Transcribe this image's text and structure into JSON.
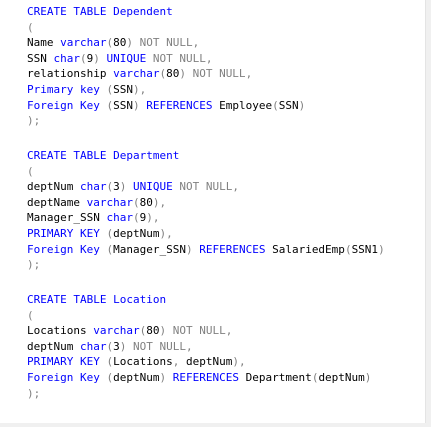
{
  "colors": {
    "keyword": "#0000ff",
    "operator": "#808080",
    "identifier": "#000000",
    "background": "#ffffff"
  },
  "blocks": [
    {
      "lines": [
        [
          [
            "CREATE TABLE ",
            "kw"
          ],
          [
            "Dependent",
            "kw"
          ]
        ],
        [
          [
            "(",
            "gray"
          ]
        ],
        [
          [
            "Name ",
            "txt"
          ],
          [
            "varchar",
            "kw"
          ],
          [
            "(",
            "gray"
          ],
          [
            "80",
            "txt"
          ],
          [
            ")",
            "gray"
          ],
          [
            " NOT NULL",
            "gray"
          ],
          [
            ",",
            "gray"
          ]
        ],
        [
          [
            "SSN ",
            "txt"
          ],
          [
            "char",
            "kw"
          ],
          [
            "(",
            "gray"
          ],
          [
            "9",
            "txt"
          ],
          [
            ")",
            "gray"
          ],
          [
            " UNIQUE",
            "kw"
          ],
          [
            " NOT NULL",
            "gray"
          ],
          [
            ",",
            "gray"
          ]
        ],
        [
          [
            "relationship ",
            "txt"
          ],
          [
            "varchar",
            "kw"
          ],
          [
            "(",
            "gray"
          ],
          [
            "80",
            "txt"
          ],
          [
            ")",
            "gray"
          ],
          [
            " NOT NULL",
            "gray"
          ],
          [
            ",",
            "gray"
          ]
        ],
        [
          [
            "Primary key ",
            "kw"
          ],
          [
            "(",
            "gray"
          ],
          [
            "SSN",
            "txt"
          ],
          [
            ")",
            "gray"
          ],
          [
            ",",
            "gray"
          ]
        ],
        [
          [
            "Foreign Key ",
            "kw"
          ],
          [
            "(",
            "gray"
          ],
          [
            "SSN",
            "txt"
          ],
          [
            ")",
            "gray"
          ],
          [
            " REFERENCES ",
            "kw"
          ],
          [
            "Employee",
            "txt"
          ],
          [
            "(",
            "gray"
          ],
          [
            "SSN",
            "txt"
          ],
          [
            ")",
            "gray"
          ]
        ],
        [
          [
            ");",
            "gray"
          ]
        ]
      ]
    },
    {
      "lines": [
        [
          [
            "CREATE TABLE ",
            "kw"
          ],
          [
            "Department",
            "kw"
          ]
        ],
        [
          [
            "(",
            "gray"
          ]
        ],
        [
          [
            "deptNum ",
            "txt"
          ],
          [
            "char",
            "kw"
          ],
          [
            "(",
            "gray"
          ],
          [
            "3",
            "txt"
          ],
          [
            ")",
            "gray"
          ],
          [
            " UNIQUE",
            "kw"
          ],
          [
            " NOT NULL",
            "gray"
          ],
          [
            ",",
            "gray"
          ]
        ],
        [
          [
            "deptName ",
            "txt"
          ],
          [
            "varchar",
            "kw"
          ],
          [
            "(",
            "gray"
          ],
          [
            "80",
            "txt"
          ],
          [
            ")",
            "gray"
          ],
          [
            ",",
            "gray"
          ]
        ],
        [
          [
            "Manager_SSN ",
            "txt"
          ],
          [
            "char",
            "kw"
          ],
          [
            "(",
            "gray"
          ],
          [
            "9",
            "txt"
          ],
          [
            ")",
            "gray"
          ],
          [
            ",",
            "gray"
          ]
        ],
        [
          [
            "PRIMARY KEY ",
            "kw"
          ],
          [
            "(",
            "gray"
          ],
          [
            "deptNum",
            "txt"
          ],
          [
            ")",
            "gray"
          ],
          [
            ",",
            "gray"
          ]
        ],
        [
          [
            "Foreign Key ",
            "kw"
          ],
          [
            "(",
            "gray"
          ],
          [
            "Manager_SSN",
            "txt"
          ],
          [
            ")",
            "gray"
          ],
          [
            " REFERENCES ",
            "kw"
          ],
          [
            "SalariedEmp",
            "txt"
          ],
          [
            "(",
            "gray"
          ],
          [
            "SSN1",
            "txt"
          ],
          [
            ")",
            "gray"
          ]
        ],
        [
          [
            ");",
            "gray"
          ]
        ]
      ]
    },
    {
      "lines": [
        [
          [
            "CREATE TABLE ",
            "kw"
          ],
          [
            "Location",
            "kw"
          ]
        ],
        [
          [
            "(",
            "gray"
          ]
        ],
        [
          [
            "Locations ",
            "txt"
          ],
          [
            "varchar",
            "kw"
          ],
          [
            "(",
            "gray"
          ],
          [
            "80",
            "txt"
          ],
          [
            ")",
            "gray"
          ],
          [
            " NOT NULL",
            "gray"
          ],
          [
            ",",
            "gray"
          ]
        ],
        [
          [
            "deptNum ",
            "txt"
          ],
          [
            "char",
            "kw"
          ],
          [
            "(",
            "gray"
          ],
          [
            "3",
            "txt"
          ],
          [
            ")",
            "gray"
          ],
          [
            " NOT NULL",
            "gray"
          ],
          [
            ",",
            "gray"
          ]
        ],
        [
          [
            "PRIMARY KEY ",
            "kw"
          ],
          [
            "(",
            "gray"
          ],
          [
            "Locations",
            "txt"
          ],
          [
            ",",
            "gray"
          ],
          [
            " deptNum",
            "txt"
          ],
          [
            ")",
            "gray"
          ],
          [
            ",",
            "gray"
          ]
        ],
        [
          [
            "Foreign Key ",
            "kw"
          ],
          [
            "(",
            "gray"
          ],
          [
            "deptNum",
            "txt"
          ],
          [
            ")",
            "gray"
          ],
          [
            " REFERENCES ",
            "kw"
          ],
          [
            "Department",
            "txt"
          ],
          [
            "(",
            "gray"
          ],
          [
            "deptNum",
            "txt"
          ],
          [
            ")",
            "gray"
          ]
        ],
        [
          [
            ");",
            "gray"
          ]
        ]
      ]
    }
  ]
}
